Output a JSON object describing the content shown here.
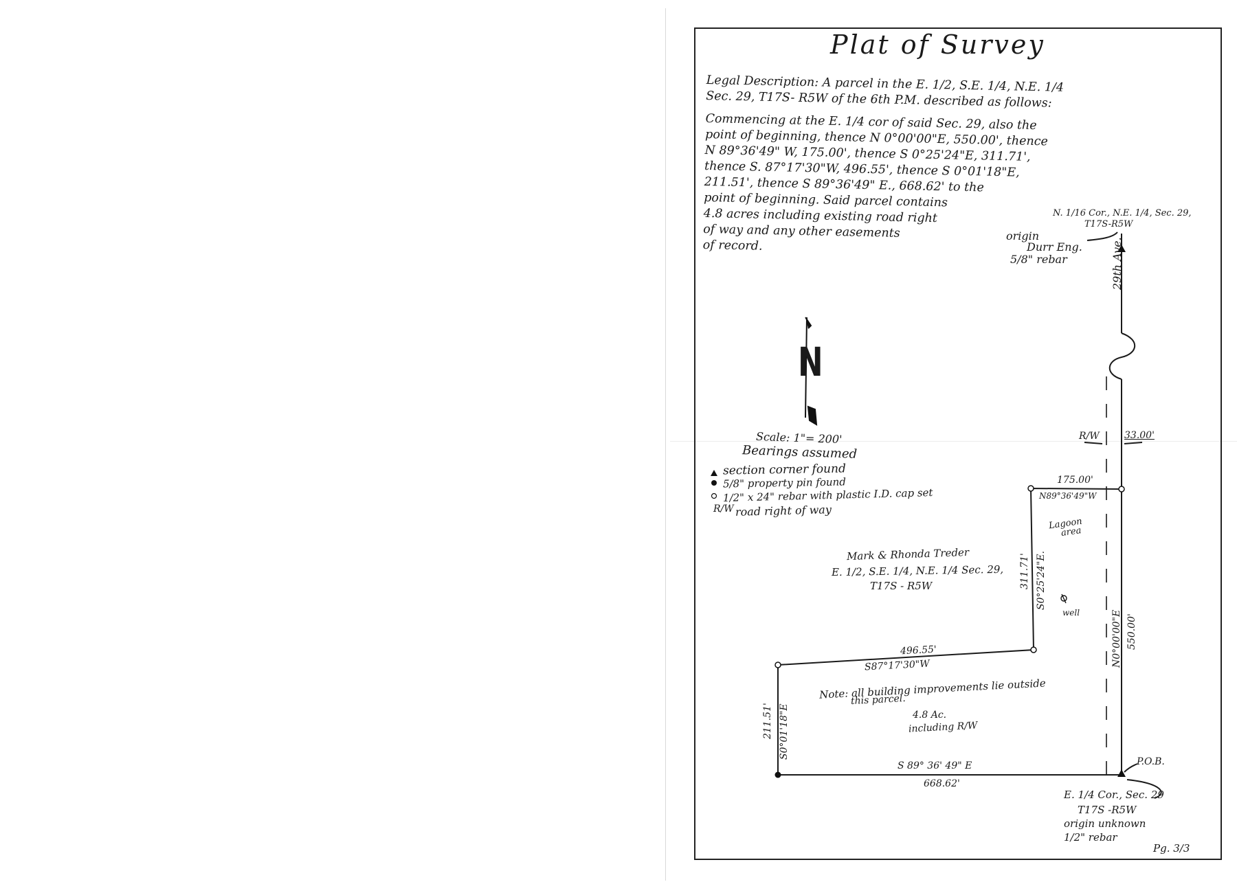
{
  "title": "Plat of Survey",
  "legal_description": {
    "lines": [
      "Legal Description: A parcel in the E. 1/2, S.E. 1/4, N.E. 1/4",
      "Sec. 29, T17S- R5W of the 6th P.M. described as follows:",
      "Commencing at the E. 1/4 cor of said Sec. 29, also the",
      "point of beginning, thence N 0°00'00\"E, 550.00', thence",
      "N 89°36'49\" W, 175.00', thence S 0°25'24\"E, 311.71',",
      "thence S. 87°17'30\"W, 496.55', thence S 0°01'18\"E,",
      "211.51', thence S 89°36'49\" E., 668.62' to the",
      "point of beginning. Said parcel contains",
      "4.8 acres including existing road right",
      "of way and any other easements",
      "of record."
    ]
  },
  "north_arrow_label": "N",
  "scale": "Scale: 1\"= 200'",
  "bearings_note": "Bearings assumed",
  "legend": [
    {
      "symbol": "triangle",
      "text": "section corner found"
    },
    {
      "symbol": "filled-circle",
      "text": "5/8\" property pin found"
    },
    {
      "symbol": "open-circle",
      "text": "1/2\" x 24\" rebar with plastic I.D. cap set"
    },
    {
      "symbol": "R/W",
      "text": "road right of way"
    }
  ],
  "corner_ne": {
    "line1": "N. 1/16 Cor., N.E. 1/4, Sec. 29,",
    "line2": "T17S-R5W",
    "origin": "origin",
    "origin_by": "Durr Eng.",
    "rebar": "5/8\" rebar"
  },
  "road_name": "29th Ave.",
  "right_of_way": {
    "label": "R/W",
    "width": "33.00'"
  },
  "owners": {
    "name": "Mark & Rhonda Treder",
    "parcel": "E. 1/2, S.E. 1/4, N.E. 1/4 Sec. 29,",
    "township": "T17S - R5W"
  },
  "lagoon": {
    "line1": "Lagoon",
    "line2": "area"
  },
  "well_label": "well",
  "courses": {
    "north_top": {
      "distance": "175.00'",
      "bearing": "N89°36'49\"W"
    },
    "east_jog": {
      "distance": "311.71'",
      "bearing": "S0°25'24\"E."
    },
    "middle": {
      "distance": "496.55'",
      "bearing": "S87°17'30\"W"
    },
    "west": {
      "distance": "211.51'",
      "bearing": "S0°01'18\"E"
    },
    "south": {
      "bearing": "S 89° 36' 49\" E",
      "distance": "668.62'"
    },
    "east": {
      "bearing": "N0°00'00\"E",
      "distance": "550.00'"
    }
  },
  "note": {
    "line1": "Note: all building improvements lie outside",
    "line2": "this parcel."
  },
  "area": {
    "line1": "4.8 Ac.",
    "line2": "including R/W"
  },
  "pob_label": "P.O.B.",
  "corner_se": {
    "line1": "E. 1/4 Cor., Sec. 29",
    "line2": "T17S -R5W",
    "line3": "origin unknown",
    "line4": "1/2\" rebar"
  },
  "page_number": "Pg. 3/3"
}
